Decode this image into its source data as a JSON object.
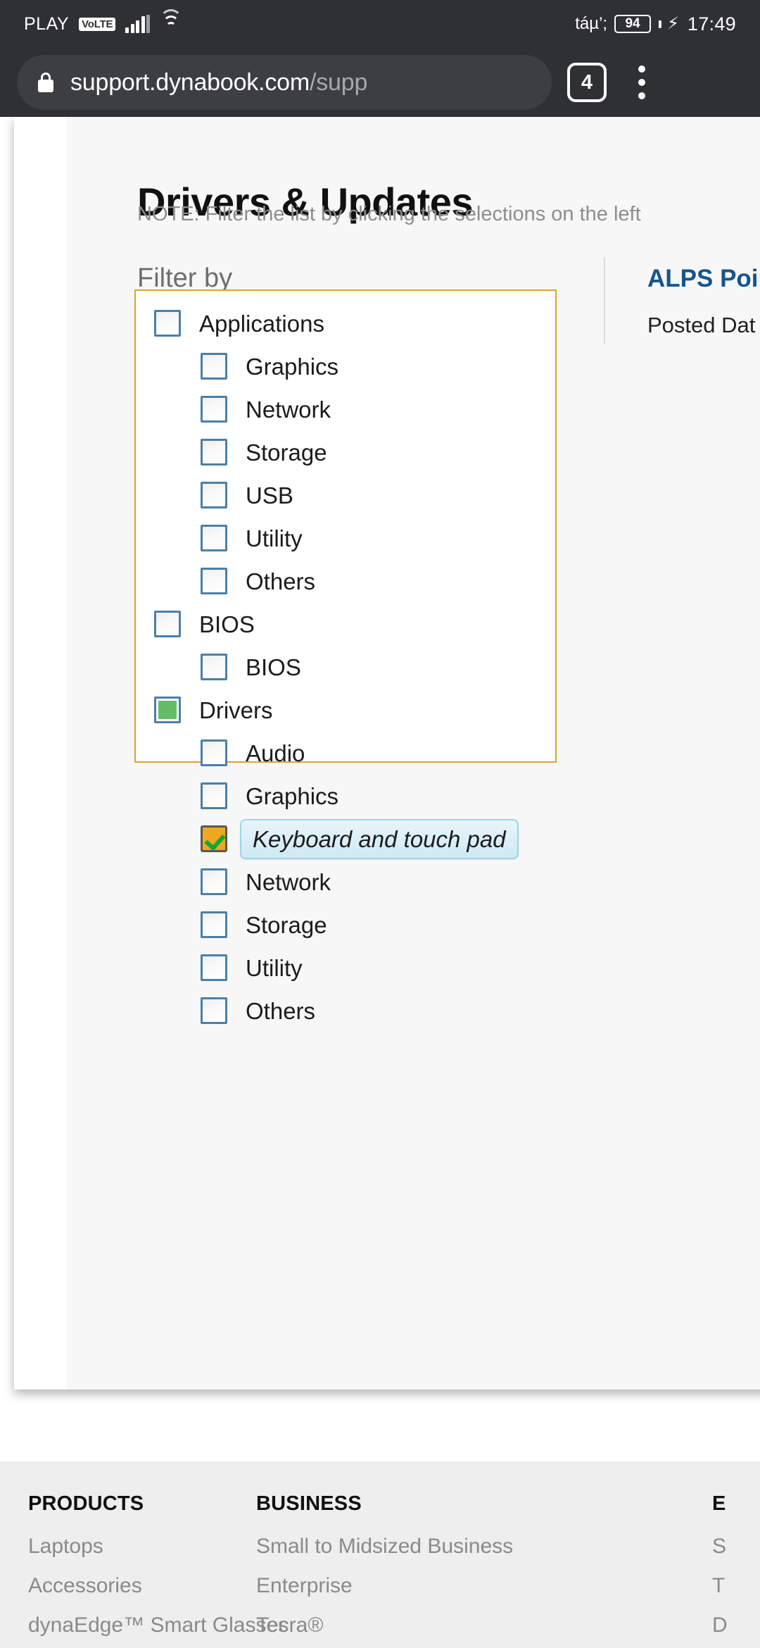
{
  "status_bar": {
    "carrier": "PLAY",
    "volte_badge": "VoLTE",
    "battery_percent": "94",
    "clock": "17:49",
    "icons": [
      "signal-bars-icon",
      "wifi-icon",
      "headset-icon",
      "battery-icon",
      "charging-bolt-icon"
    ]
  },
  "browser": {
    "lock_icon": "lock-icon",
    "url_host": "support.dynabook.com",
    "url_path": "/supp",
    "tab_count": "4",
    "menu_icon": "kebab-menu-icon"
  },
  "page": {
    "title": "Drivers & Updates",
    "note": "NOTE: Filter the list by clicking the selections on the left",
    "filter_label": "Filter by"
  },
  "result": {
    "title": "ALPS Poin",
    "meta": "Posted Dat"
  },
  "filter": {
    "accent_border": "#d9a62a",
    "checkbox_border": "#4a7fa8",
    "partial_fill": "#66bb69",
    "checked_fill": "#f0a81e",
    "checkmark_color": "#12a63a",
    "selected_highlight": "#cfe9f5",
    "items": [
      {
        "label": "Applications",
        "level": 1,
        "state": "unchecked",
        "selected": false
      },
      {
        "label": "Graphics",
        "level": 2,
        "state": "unchecked",
        "selected": false
      },
      {
        "label": "Network",
        "level": 2,
        "state": "unchecked",
        "selected": false
      },
      {
        "label": "Storage",
        "level": 2,
        "state": "unchecked",
        "selected": false
      },
      {
        "label": "USB",
        "level": 2,
        "state": "unchecked",
        "selected": false
      },
      {
        "label": "Utility",
        "level": 2,
        "state": "unchecked",
        "selected": false
      },
      {
        "label": "Others",
        "level": 2,
        "state": "unchecked",
        "selected": false
      },
      {
        "label": "BIOS",
        "level": 1,
        "state": "unchecked",
        "selected": false
      },
      {
        "label": "BIOS",
        "level": 2,
        "state": "unchecked",
        "selected": false
      },
      {
        "label": "Drivers",
        "level": 1,
        "state": "partial",
        "selected": false
      },
      {
        "label": "Audio",
        "level": 2,
        "state": "unchecked",
        "selected": false
      },
      {
        "label": "Graphics",
        "level": 2,
        "state": "unchecked",
        "selected": false
      },
      {
        "label": "Keyboard and touch pad",
        "level": 2,
        "state": "checked",
        "selected": true
      },
      {
        "label": "Network",
        "level": 2,
        "state": "unchecked",
        "selected": false
      },
      {
        "label": "Storage",
        "level": 2,
        "state": "unchecked",
        "selected": false
      },
      {
        "label": "Utility",
        "level": 2,
        "state": "unchecked",
        "selected": false
      },
      {
        "label": "Others",
        "level": 2,
        "state": "unchecked",
        "selected": false
      }
    ]
  },
  "footer": {
    "columns": [
      {
        "heading": "PRODUCTS",
        "links": [
          "Laptops",
          "Accessories",
          "dynaEdge™ Smart Glasses"
        ]
      },
      {
        "heading": "BUSINESS",
        "links": [
          "Small to Midsized Business",
          "Enterprise",
          "Tecra®"
        ]
      },
      {
        "heading": "E",
        "links": [
          "S",
          "T",
          "D"
        ]
      }
    ]
  }
}
